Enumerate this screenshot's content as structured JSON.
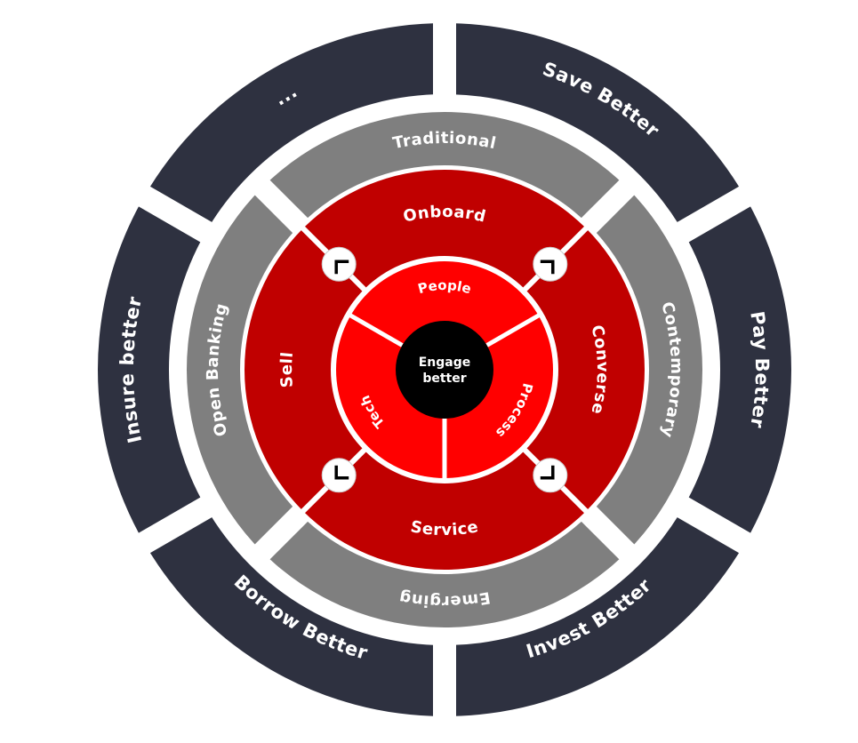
{
  "colors": {
    "outer_ring": "#2e3140",
    "middle_ring": "#7f7f7f",
    "red_ring": "#c00000",
    "inner_ring": "#ff0000",
    "center": "#000000",
    "separator": "#ffffff",
    "text": "#ffffff"
  },
  "outer_ring": {
    "segments": [
      {
        "label": "...",
        "flip": false
      },
      {
        "label": "Save Better",
        "flip": false
      },
      {
        "label": "Pay Better",
        "flip": false
      },
      {
        "label": "Invest Better",
        "flip": true
      },
      {
        "label": "Borrow Better",
        "flip": true
      },
      {
        "label": "Insure better",
        "flip": false
      }
    ]
  },
  "middle_ring": {
    "segments": [
      {
        "label": "Traditional",
        "flip": false
      },
      {
        "label": "Contemporary",
        "flip": false
      },
      {
        "label": "Emerging",
        "flip": false
      },
      {
        "label": "Open Banking",
        "flip": false
      }
    ]
  },
  "red_ring": {
    "segments": [
      {
        "label": "Onboard",
        "flip": false
      },
      {
        "label": "Converse",
        "flip": false
      },
      {
        "label": "Service",
        "flip": true
      },
      {
        "label": "Sell",
        "flip": false
      }
    ],
    "corner_icons": [
      "corner-arrow-icon",
      "corner-arrow-icon",
      "corner-arrow-icon",
      "corner-arrow-icon"
    ]
  },
  "inner_ring": {
    "segments": [
      {
        "label": "People",
        "flip": false
      },
      {
        "label": "Process",
        "flip": false
      },
      {
        "label": "Tech",
        "flip": false
      }
    ]
  },
  "center": {
    "line1": "Engage",
    "line2": "better"
  }
}
